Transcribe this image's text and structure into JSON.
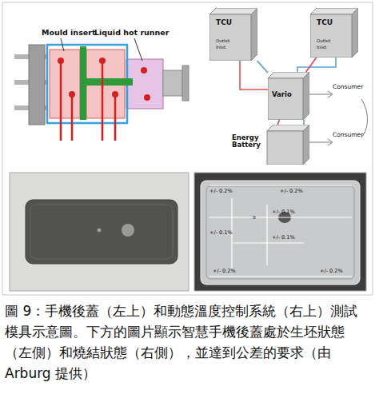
{
  "diagram": {
    "caption": "圖 9：手機後蓋（左上）和動態溫度控制系統（右上）測試模具示意圖。下方的圖片顯示智慧手機後蓋處於生坯狀態（左側）和燒結狀態（右側），並達到公差的要求（由 Arburg 提供）",
    "nodes": [
      {
        "text": [
          "TCU",
          "Outlet",
          "Inlet"
        ]
      },
      {
        "text": [
          "TCU",
          "Outlet",
          "Inlet"
        ]
      },
      {
        "text": [
          "Vario"
        ]
      },
      {
        "text": [
          "Energy Battery"
        ]
      }
    ],
    "edges": [
      {
        "from": 0,
        "to": 2,
        "arrow": "none"
      },
      {
        "from": 1,
        "to": 2,
        "arrow": "none"
      },
      {
        "from": 2,
        "to": 3,
        "arrow": "none"
      }
    ],
    "labels": [
      "Mould insert",
      "Liquid hot runner",
      "Consumer",
      "Consumer",
      "+/- 0.2%",
      "+/- 0.2%",
      "+/- 0.1%",
      "+/- 0.1%",
      "+/- 0.1%",
      "+/- 0.2%",
      "+/- 0.2%"
    ]
  }
}
